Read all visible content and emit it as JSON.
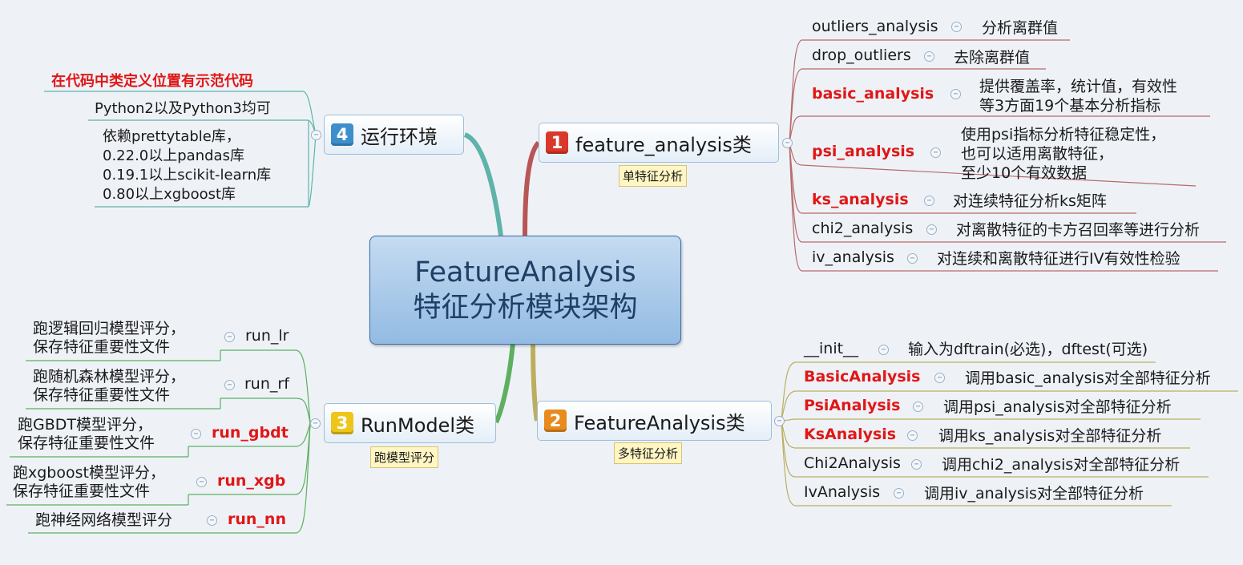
{
  "central": {
    "line1": "FeatureAnalysis",
    "line2": "特征分析模块架构"
  },
  "branch1": {
    "number": "1",
    "title": "feature_analysis类",
    "note": "单特征分析",
    "items": [
      {
        "name": "outliers_analysis",
        "desc": "分析离群值"
      },
      {
        "name": "drop_outliers",
        "desc": "去除离群值"
      },
      {
        "name": "basic_analysis",
        "desc1": "提供覆盖率，统计值，有效性",
        "desc2": "等3方面19个基本分析指标"
      },
      {
        "name": "psi_analysis",
        "desc1": "使用psi指标分析特征稳定性，",
        "desc2": "也可以适用离散特征，",
        "desc3": "至少10个有效数据"
      },
      {
        "name": "ks_analysis",
        "desc": "对连续特征分析ks矩阵"
      },
      {
        "name": "chi2_analysis",
        "desc": "对离散特征的卡方召回率等进行分析"
      },
      {
        "name": "iv_analysis",
        "desc": "对连续和离散特征进行IV有效性检验"
      }
    ]
  },
  "branch2": {
    "number": "2",
    "title": "FeatureAnalysis类",
    "note": "多特征分析",
    "items": [
      {
        "name": "__init__",
        "desc": "输入为dftrain(必选)，dftest(可选)"
      },
      {
        "name": "BasicAnalysis",
        "desc": "调用basic_analysis对全部特征分析"
      },
      {
        "name": "PsiAnalysis",
        "desc": "调用psi_analysis对全部特征分析"
      },
      {
        "name": "KsAnalysis",
        "desc": "调用ks_analysis对全部特征分析"
      },
      {
        "name": "Chi2Analysis",
        "desc": "调用chi2_analysis对全部特征分析"
      },
      {
        "name": "IvAnalysis",
        "desc": "调用iv_analysis对全部特征分析"
      }
    ]
  },
  "branch3": {
    "number": "3",
    "title": "RunModel类",
    "note": "跑模型评分",
    "items": [
      {
        "name": "run_lr",
        "desc1": "跑逻辑回归模型评分，",
        "desc2": "保存特征重要性文件"
      },
      {
        "name": "run_rf",
        "desc1": "跑随机森林模型评分，",
        "desc2": "保存特征重要性文件"
      },
      {
        "name": "run_gbdt",
        "desc1": "跑GBDT模型评分，",
        "desc2": "保存特征重要性文件"
      },
      {
        "name": "run_xgb",
        "desc1": "跑xgboost模型评分，",
        "desc2": "保存特征重要性文件"
      },
      {
        "name": "run_nn",
        "desc": "跑神经网络模型评分"
      }
    ]
  },
  "branch4": {
    "number": "4",
    "title": "运行环境",
    "callout": "在代码中类定义位置有示范代码",
    "python": "Python2以及Python3均可",
    "deps": [
      "依赖prettytable库，",
      "0.22.0以上pandas库",
      "0.19.1以上scikit-learn库",
      "0.80以上xgboost库"
    ]
  },
  "colors": {
    "red": "#e01717",
    "b1": "#b85656",
    "b2": "#bcae5e",
    "b3": "#5faf5f",
    "b4": "#5fb3a8",
    "sub": "#b86a6a"
  },
  "icons": {
    "collapse": "minus-circle-icon"
  },
  "collapse_symbol": "−"
}
